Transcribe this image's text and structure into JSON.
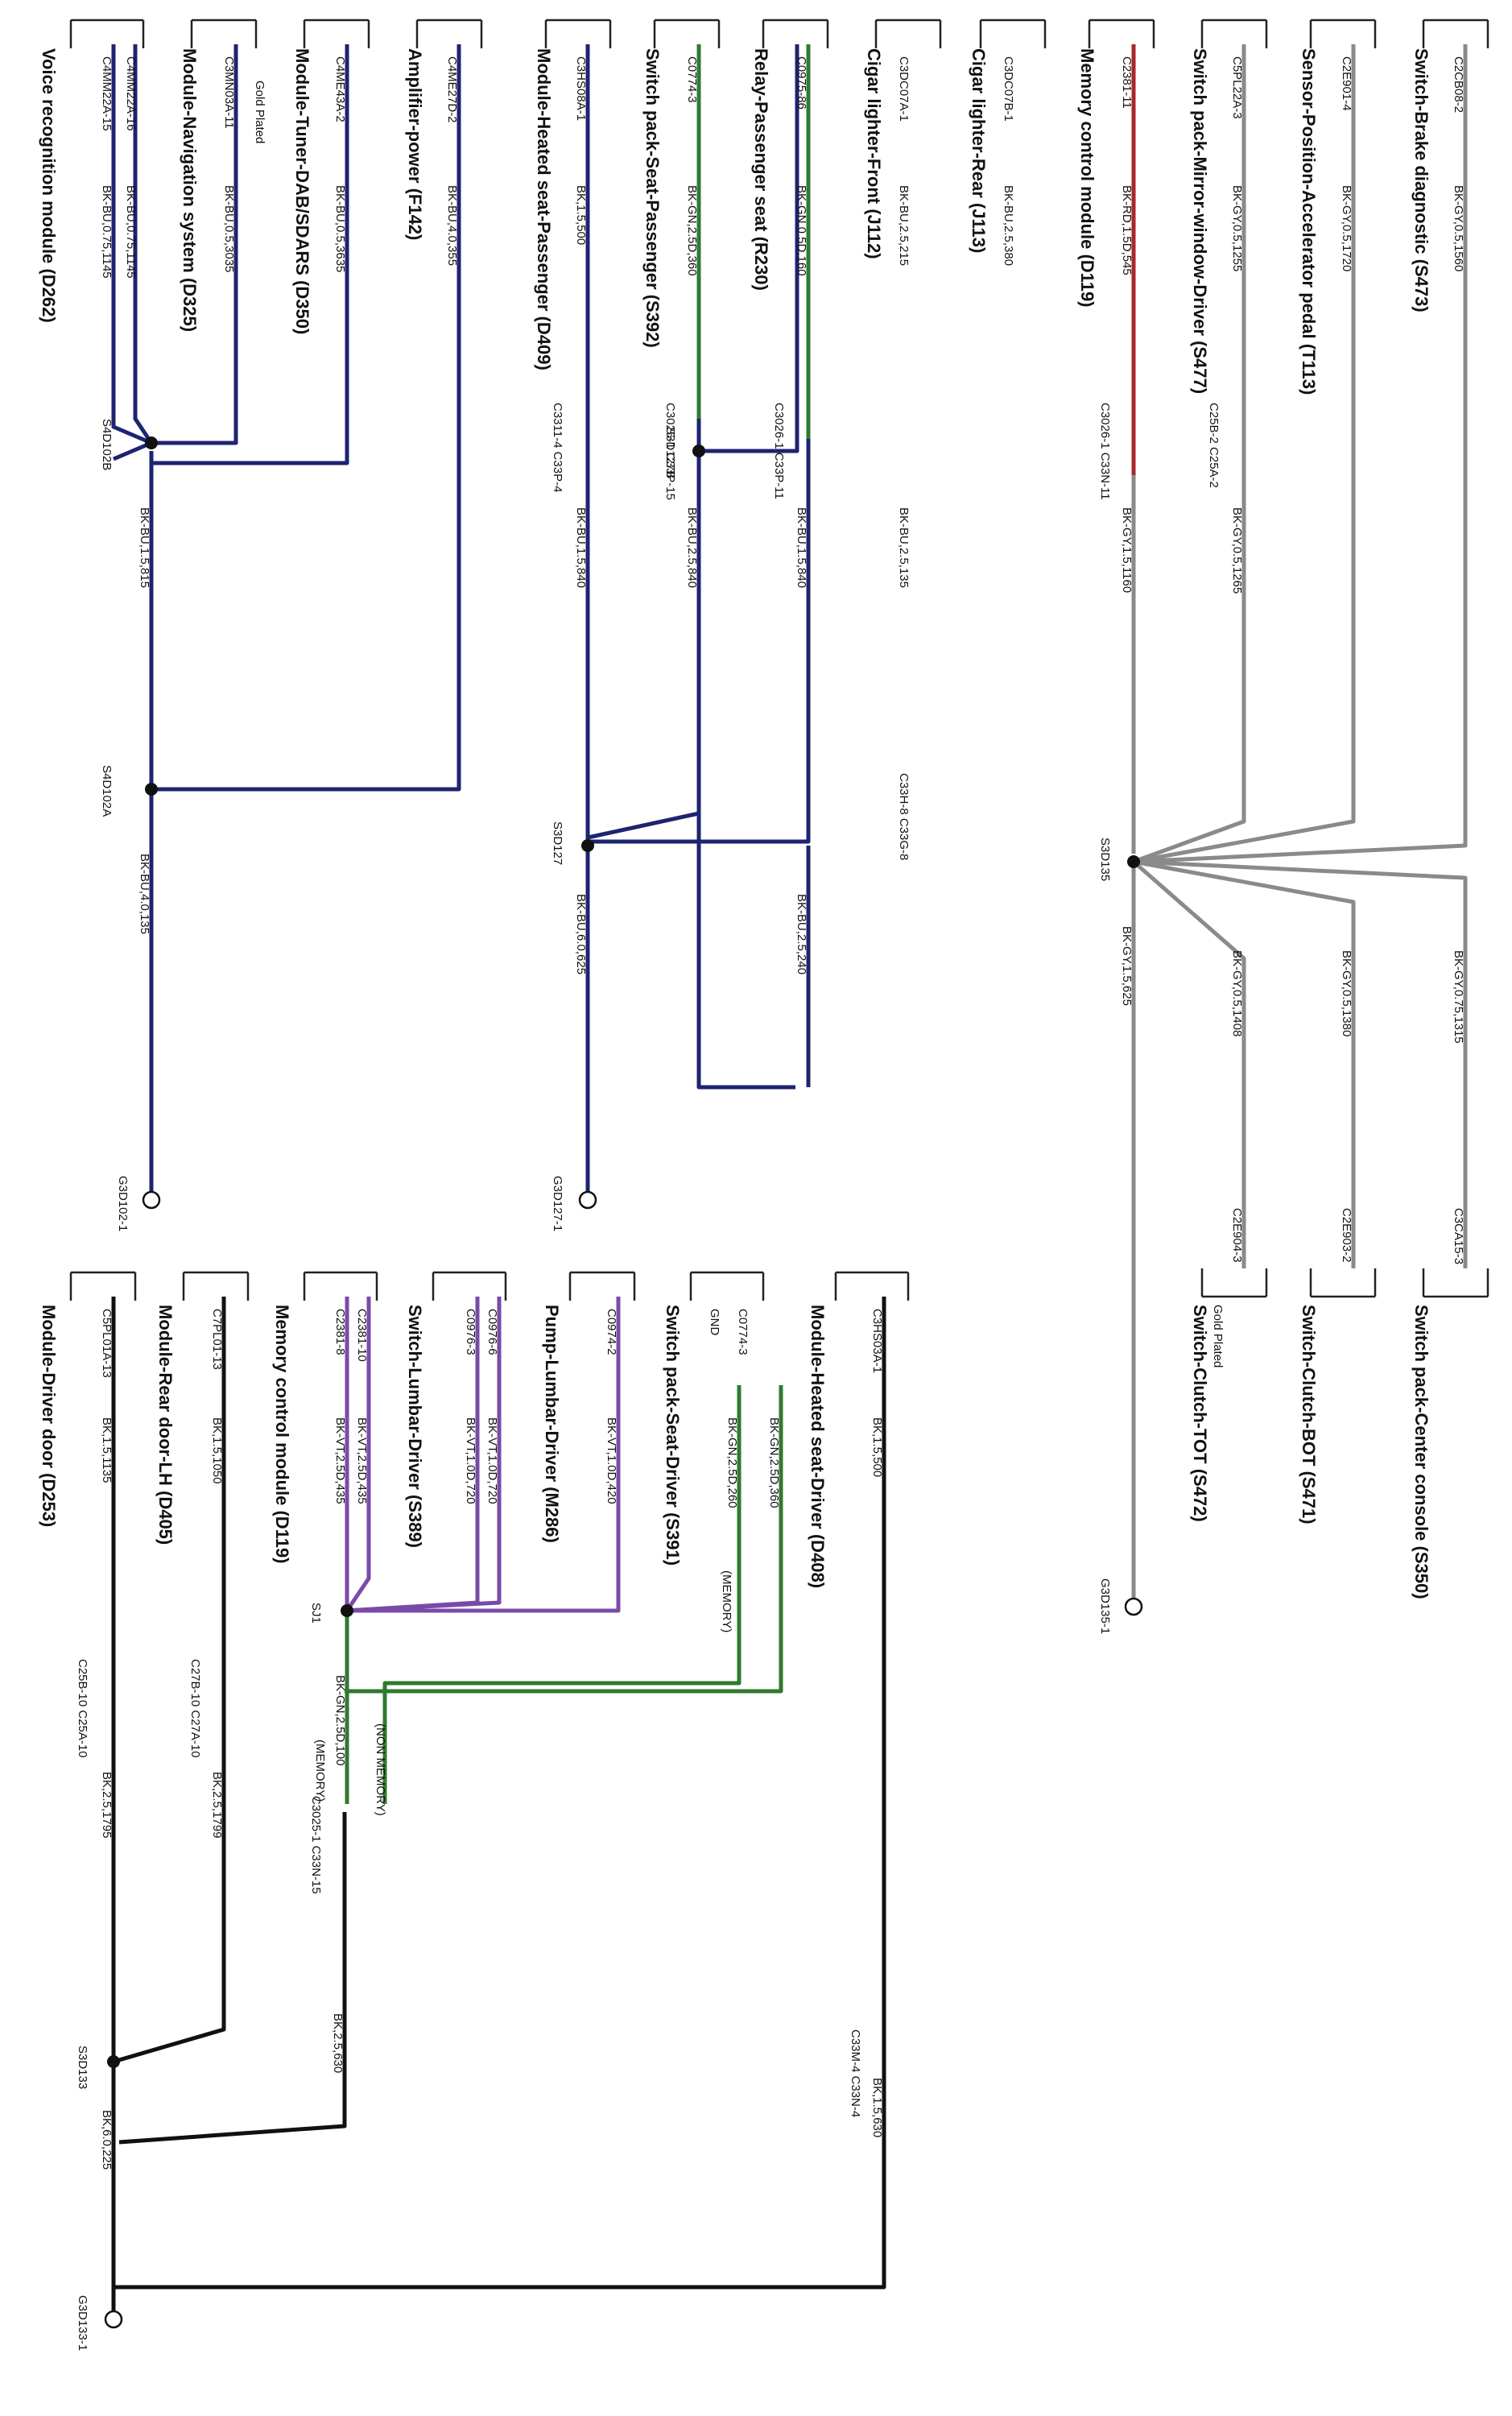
{
  "colors": {
    "navy": "#1d2470",
    "black": "#111111",
    "green": "#2f7a2f",
    "violet": "#7a4aa8",
    "grey": "#8a8a8a",
    "red": "#a8272b"
  },
  "components": {
    "voice": "Voice recognition module (D262)",
    "nav": "Module-Navigation system (D325)",
    "gold_nav": "Gold Plated",
    "tuner": "Module-Tuner-DAB/SDARS (D350)",
    "amp": "Amplifier-power (F142)",
    "heated_pass": "Module-Heated seat-Passenger (D409)",
    "sw_pass": "Switch pack-Seat-Passenger (S392)",
    "relay_pass": "Relay-Passenger seat (R230)",
    "cig_front": "Cigar lighter-Front (J112)",
    "cig_rear": "Cigar lighter-Rear (J113)",
    "mem1": "Memory control module (D119)",
    "mirror": "Switch pack-Mirror-window-Driver (S477)",
    "accel": "Sensor-Position-Accelerator pedal (T113)",
    "brake": "Switch-Brake diagnostic (S473)",
    "clutch_tot": "Switch-Clutch-TOT (S472)",
    "gold_clutch": "Gold Plated",
    "clutch_bot": "Switch-Clutch-BOT (S471)",
    "center": "Switch pack-Center console (S350)",
    "driver_door": "Module-Driver door (D253)",
    "rear_door": "Module-Rear door-LH (D405)",
    "mem2": "Memory control module (D119)",
    "lumbar_sw": "Switch-Lumbar-Driver (S389)",
    "lumbar_pump": "Pump-Lumbar-Driver (M286)",
    "seat_drv": "Switch pack-Seat-Driver (S391)",
    "heated_drv": "Module-Heated seat-Driver (D408)"
  },
  "pins": {
    "voice_a": "C4MM22A-15",
    "voice_b": "C4MM22A-16",
    "nav": "C3MN03A-11",
    "tuner": "C4ME43A-2",
    "amp": "C4ME27D-2",
    "heated_pass": "C3HS08A-1",
    "sw_pass": "C0774-3",
    "relay_pass": "C0975-86",
    "cig_front": "C3DC07A-1",
    "cig_rear": "C3DC07B-1",
    "mem1": "C2381-11",
    "mirror": "C5PL22A-3",
    "accel": "C2E901-4",
    "brake": "C2CB08-2",
    "clutch_tot": "C2E904-3",
    "clutch_bot": "C2E903-2",
    "center": "C3CA15-3",
    "driver_door": "C5PL01A-13",
    "rear_door": "C7PL01-13",
    "mem2_a": "C2381-8",
    "mem2_b": "C2381-10",
    "lumbar_sw_a": "C0976-3",
    "lumbar_sw_b": "C0976-6",
    "lumbar_pump": "C0974-2",
    "seat_drv": "C0774-3",
    "gnd": "GND",
    "heated_drv": "C3HS03A-1"
  },
  "wires": {
    "voice_a": "BK-BU,0.75,1145",
    "voice_b": "BK-BU,0.75,1145",
    "nav": "BK-BU,0.5,3035",
    "tuner": "BK-BU,0.5,3635",
    "amp": "BK-BU,4.0,355",
    "heated_pass": "BK,1.5,500",
    "sw_pass": "BK-GN,2.5D,360",
    "relay_pass": "BK-GN,0.5D,160",
    "cig_front": "BK-BU,2.5,215",
    "cig_rear": "BK-BU,2.5,380",
    "mem1": "BK-RD,1.5D,545",
    "mirror": "BK-GY,0.5,1255",
    "accel": "BK-GY,0.5,1720",
    "brake": "BK-GY,0.5,1560",
    "s3d102b": "BK-BU,1.5,815",
    "s3d102a": "BK-BU,4.0,135",
    "heated_pass_b": "BK-BU,1.5,840",
    "sw_pass_b": "BK-BU,2.5,840",
    "relay_pass_b": "BK-BU,1.5,840",
    "cig_front_b": "BK-BU,2.5,135",
    "s3d127": "BK-BU,6.0,625",
    "c33g": "BK-BU,2.5,240",
    "mem1_b": "BK-GY,1.5,1160",
    "mirror_b": "BK-GY,0.5,1265",
    "s3d135": "BK-GY,1.5,625",
    "clutch_tot": "BK-GY,0.5,1408",
    "clutch_bot": "BK-GY,0.5,1380",
    "center": "BK-GY,0.75,1315",
    "driver_door": "BK,1.5,1135",
    "rear_door": "BK,1.5,1050",
    "mem2_a": "BK-VT,2.5D,435",
    "mem2_b": "BK-VT,2.5D,435",
    "lumbar_sw_a": "BK-VT,1.0D,720",
    "lumbar_sw_b": "BK-VT,1.0D,720",
    "lumbar_pump": "BK-VT,1.0D,420",
    "seat_drv_a": "BK-GN,2.5D,260",
    "seat_drv_b": "BK-GN,2.5D,360",
    "heated_drv": "BK,1.5,500",
    "sj1": "BK-GN,2.5D,100",
    "driver_door_b": "BK,2.5,1795",
    "rear_door_b": "BK,2.5,1799",
    "s3d133": "BK,6.0,225",
    "c33n15": "BK,2.5,630",
    "heated_drv_b": "BK,1.5,630"
  },
  "nodes": {
    "s3d102b": "S4D102B",
    "s3d102a": "S4D102A",
    "s3d127": "S3D127",
    "s3d127b": "S3D127B",
    "s3d135": "S3D135",
    "sj1": "SJ1",
    "s3d133": "S3D133"
  },
  "inline": {
    "heated_pass": "C3311-4  C33P-4",
    "sw_pass": "C3025-1  C33P-15",
    "relay_pass": "C3026-1  C33P-11",
    "cig_front": "C33H-8  C33G-8",
    "mem1": "C3026-1  C33N-11",
    "mirror": "C25B-2  C25A-2",
    "driver_door": "C25B-10  C25A-10",
    "rear_door": "C27B-10  C27A-10",
    "memory_split": "C3025-1  C33N-15",
    "heated_drv": "C33M-4  C33N-4"
  },
  "notes": {
    "memory": "(MEMORY)",
    "non_memory": "(NON MEMORY)",
    "memory2": "(MEMORY)"
  },
  "grounds": {
    "g102": "G3D102-1",
    "g127": "G3D127-1",
    "g135": "G3D135-1",
    "g133": "G3D133-1"
  }
}
